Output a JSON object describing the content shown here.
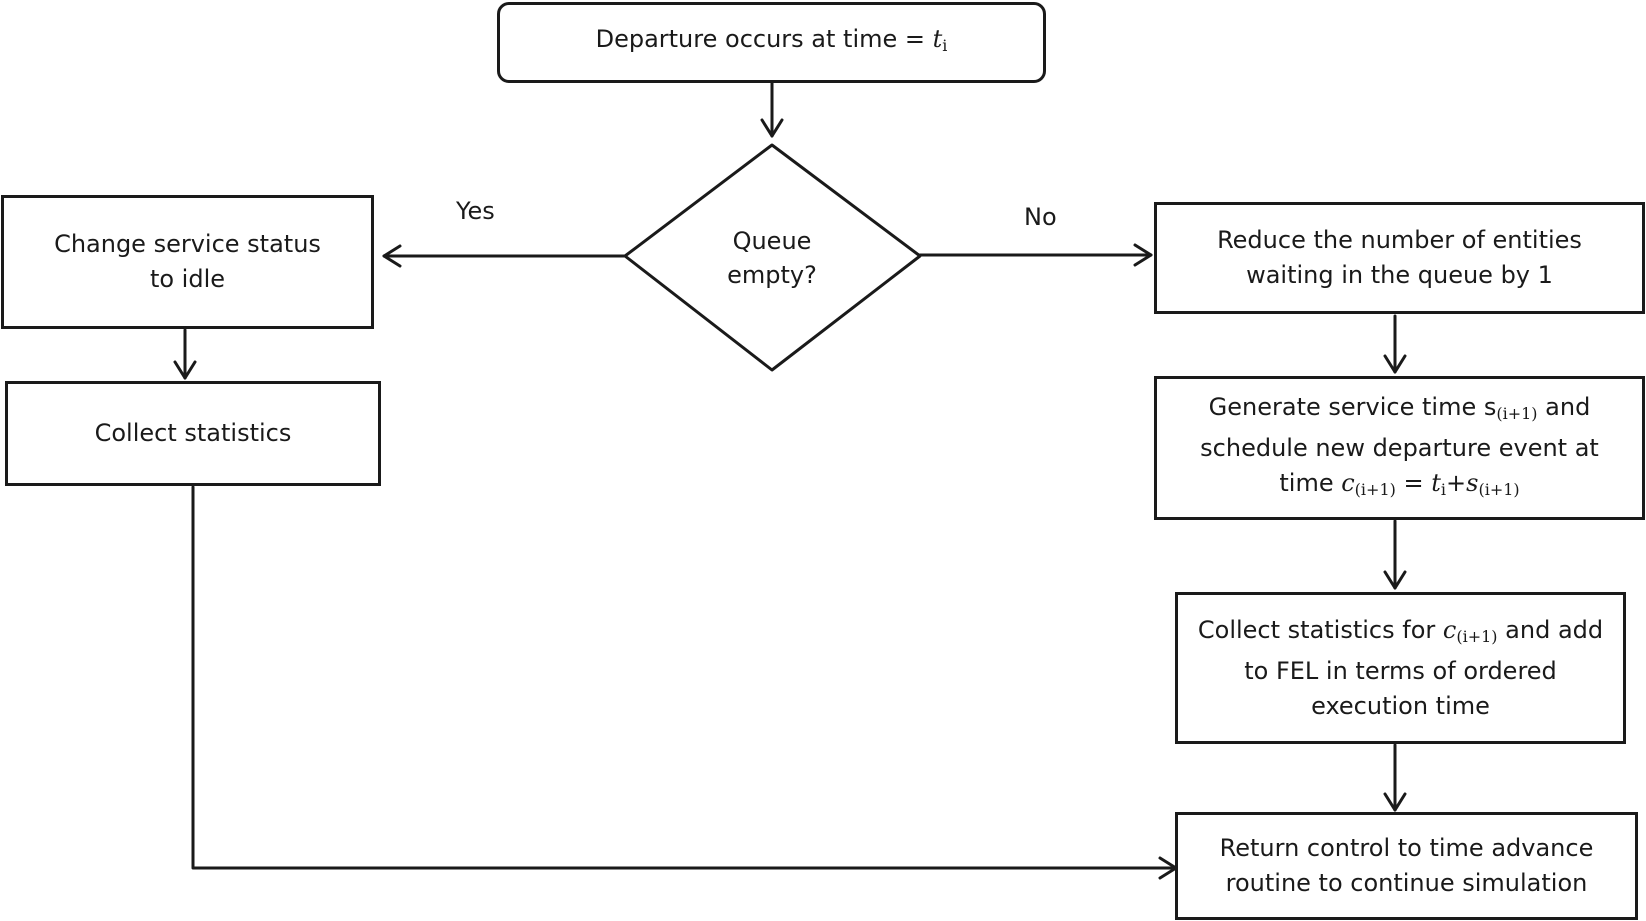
{
  "nodes": {
    "start": {
      "text": "Departure occurs at time = ",
      "var": "t",
      "sub": "i"
    },
    "decision": {
      "line1": "Queue",
      "line2": "empty?"
    },
    "idle": {
      "line1": "Change service status",
      "line2": "to idle"
    },
    "collect_left": {
      "text": "Collect statistics"
    },
    "reduce": {
      "line1": "Reduce the number of entities",
      "line2": "waiting in the queue by 1"
    },
    "generate": {
      "line1_pre": "Generate service time s",
      "line1_sub": "(i+1)",
      "line1_post": " and",
      "line2": "schedule new departure event at",
      "line3_pre": "time ",
      "c": "c",
      "c_sub": "(i+1)",
      "eq": " = ",
      "t": "t",
      "t_sub": "i",
      "plus": "+",
      "s": "s",
      "s_sub": "(i+1)"
    },
    "collect_right": {
      "line1_pre": "Collect statistics for ",
      "c": "c",
      "c_sub": "(i+1)",
      "line1_post": " and add",
      "line2": "to FEL in terms of ordered",
      "line3": "execution time"
    },
    "return": {
      "line1": "Return control to time advance",
      "line2": "routine to continue simulation"
    }
  },
  "edge_labels": {
    "yes": "Yes",
    "no": "No"
  },
  "colors": {
    "stroke": "#1a1a1a",
    "background": "#ffffff"
  }
}
